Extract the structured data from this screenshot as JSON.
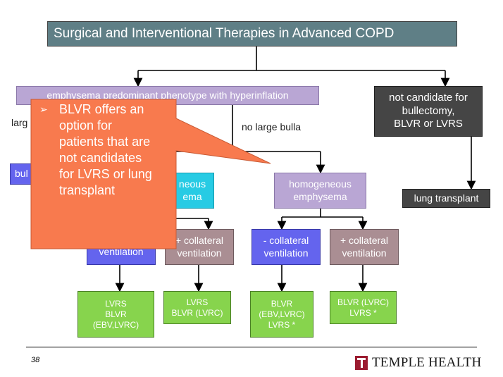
{
  "title": "Surgical and Interventional Therapies in Advanced COPD",
  "nodes": {
    "emphysema_phenotype": "emphysema predominant phenotype with hyperinflation",
    "not_candidate": [
      "not candidate for",
      "bullectomy,",
      "BLVR or LVRS"
    ],
    "bullectomy_partial": "bul",
    "heterogeneous_partial": [
      "neous",
      "ema"
    ],
    "homogeneous": [
      "homogeneous",
      "emphysema"
    ],
    "lung_transplant": "lung transplant",
    "cv_left_partial": "ventilation",
    "cv_plus_left": [
      "+ collateral",
      "ventilation"
    ],
    "cv_minus_right": [
      "- collateral",
      "ventilation"
    ],
    "cv_plus_right": [
      "+ collateral",
      "ventilation"
    ]
  },
  "edge_labels": {
    "large_partial": "larg",
    "no_large_bulla": "no large bulla"
  },
  "outcomes": {
    "out1": [
      "LVRS",
      "BLVR",
      "(EBV,LVRC)"
    ],
    "out2": [
      "LVRS",
      "BLVR (LVRC)"
    ],
    "out3": [
      "BLVR",
      "(EBV,LVRC)",
      "LVRS *"
    ],
    "out4": [
      "BLVR (LVRC)",
      "LVRS *"
    ]
  },
  "callout": {
    "bullet_icon": "arrow-bullet-icon",
    "lines": [
      "BLVR offers an",
      "option for",
      "patients that are",
      "not candidates",
      "for LVRS or lung",
      "transplant"
    ],
    "color": "#f87a4e"
  },
  "footer": {
    "page_number": "38",
    "logo_text": "TEMPLE HEALTH",
    "logo_icon": "temple-t-icon"
  },
  "colors": {
    "title_bg": "#5f7f86",
    "purple_light": "#b9a6d4",
    "blue": "#6464ee",
    "mauve": "#aa8e93",
    "dark": "#454545",
    "green": "#87d44d",
    "cyan": "#27cbe4",
    "brand": "#9b1b30"
  }
}
